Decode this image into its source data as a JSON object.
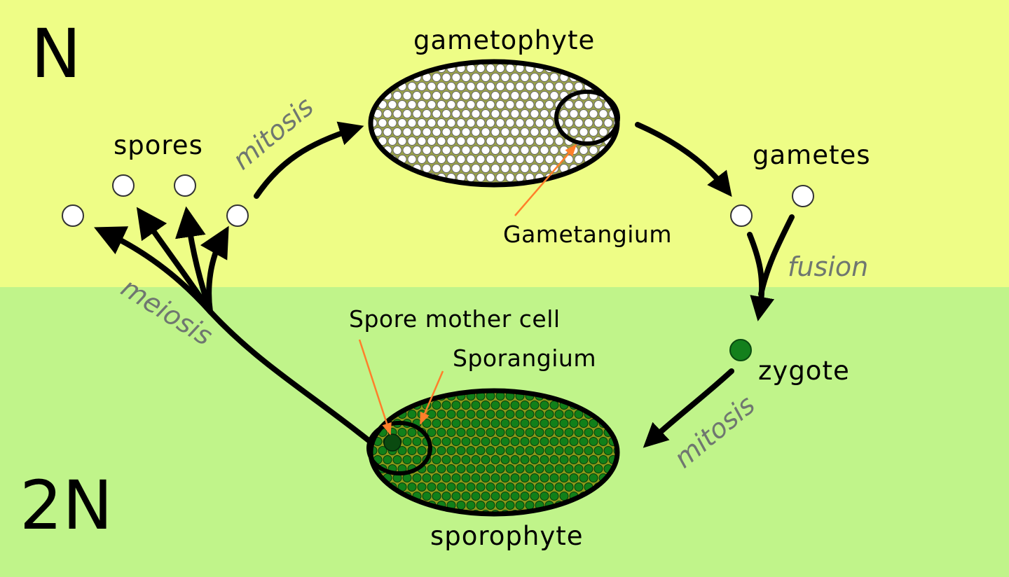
{
  "regions": {
    "haploid_label": "N",
    "diploid_label": "2N"
  },
  "structures": {
    "gametophyte": "gametophyte",
    "sporophyte": "sporophyte",
    "gametangium": "Gametangium",
    "sporangium": "Sporangium",
    "spore_mother_cell": "Spore mother cell"
  },
  "stages": {
    "spores": "spores",
    "gametes": "gametes",
    "zygote": "zygote"
  },
  "processes": {
    "mitosis_top": "mitosis",
    "mitosis_bottom": "mitosis",
    "fusion": "fusion",
    "meiosis": "meiosis"
  },
  "colors": {
    "haploid_bg": "#eefd86",
    "diploid_bg": "#c0f48a",
    "gametophyte_fill": "#ffffff",
    "gametophyte_mesh": "#9aa24a",
    "sporophyte_fill": "#11801a",
    "sporophyte_dark": "#0a4a10",
    "zygote": "#13801c",
    "pointer": "#ff7f2a"
  }
}
